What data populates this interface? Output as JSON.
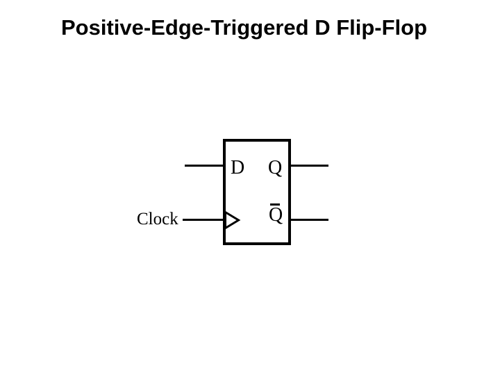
{
  "slide": {
    "title": "Positive-Edge-Triggered D Flip-Flop",
    "colors": {
      "background": "#ffffff",
      "foreground": "#000000"
    }
  },
  "diagram": {
    "type": "logic-circuit",
    "component": "positive-edge-triggered-d-flip-flop",
    "labels": {
      "clock_input": "Clock",
      "d_input": "D",
      "q_output": "Q",
      "q_bar_output": "Q",
      "q_bar_has_overline": "true"
    },
    "icons": {
      "edge_trigger": "edge-trigger-triangle-icon"
    },
    "ports": [
      {
        "name": "D",
        "side": "left",
        "row": "top"
      },
      {
        "name": "Clock",
        "side": "left",
        "row": "bottom"
      },
      {
        "name": "Q",
        "side": "right",
        "row": "top"
      },
      {
        "name": "Q-bar",
        "side": "right",
        "row": "bottom"
      }
    ]
  }
}
